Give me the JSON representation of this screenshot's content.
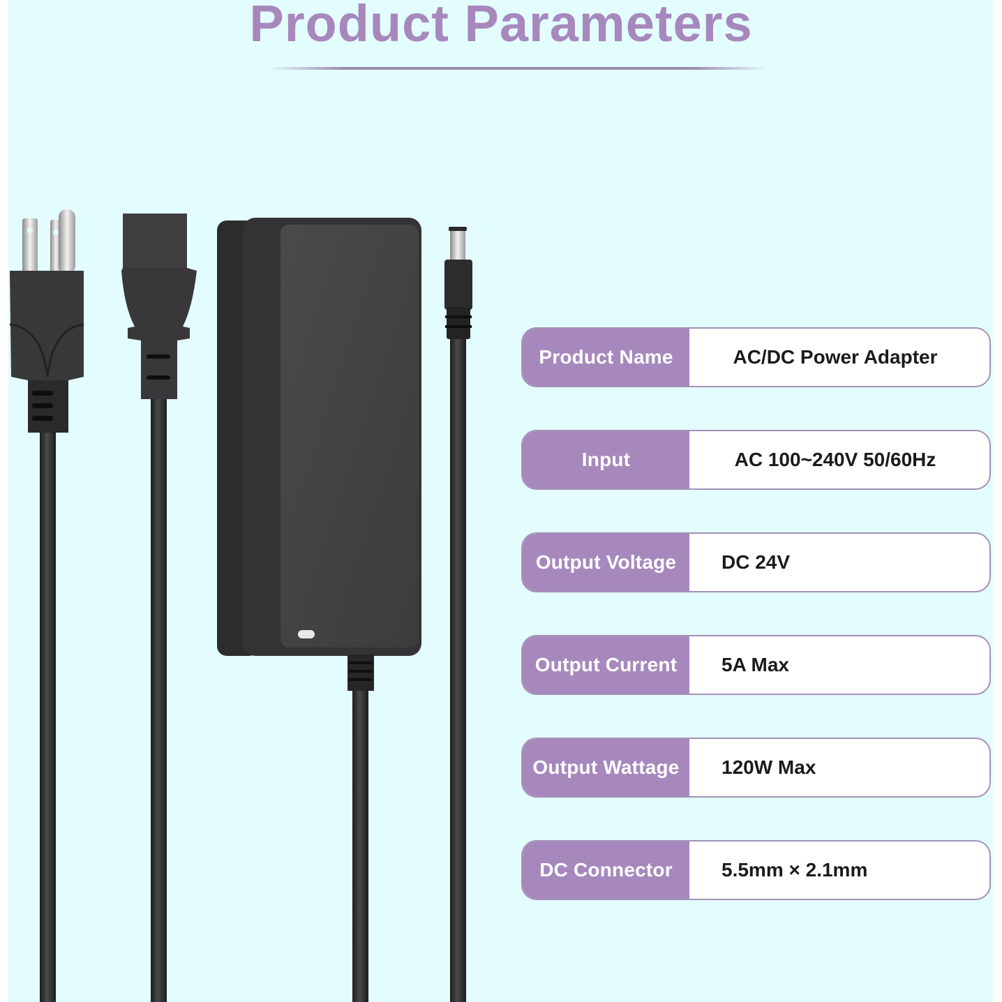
{
  "header": {
    "title": "Product Parameters"
  },
  "product_image": {
    "description": "Black AC/DC power adapter brick with US 3-prong plug cord, IEC C13 connector, and DC barrel output cable",
    "components": [
      "us-plug",
      "iec-c13-connector",
      "adapter-brick",
      "dc-barrel-plug"
    ]
  },
  "specs": [
    {
      "label": "Product Name",
      "value": "AC/DC Power Adapter"
    },
    {
      "label": "Input",
      "value": "AC 100~240V 50/60Hz"
    },
    {
      "label": "Output Voltage",
      "value": "DC 24V"
    },
    {
      "label": "Output Current",
      "value": "5A Max"
    },
    {
      "label": "Output Wattage",
      "value": "120W Max"
    },
    {
      "label": "DC Connector",
      "value": "5.5mm × 2.1mm"
    }
  ],
  "colors": {
    "accent": "#a688bd",
    "background": "#e3fcfd",
    "value_text": "#1b1b1b",
    "product_body": "#3a3a3c"
  }
}
